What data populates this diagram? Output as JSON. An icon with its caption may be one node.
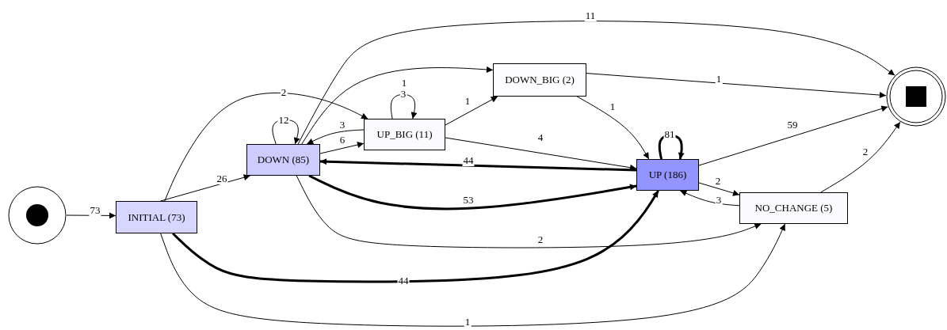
{
  "diagram": {
    "nodes": [
      {
        "text": [],
        "shape": "circle"
      },
      {
        "text": [
          "INITIAL (73)"
        ]
      },
      {
        "text": [
          "DOWN (85)"
        ]
      },
      {
        "text": [
          "UP_BIG (11)"
        ]
      },
      {
        "text": [
          "DOWN_BIG (2)"
        ]
      },
      {
        "text": [
          "UP (186)"
        ]
      },
      {
        "text": [
          "NO_CHANGE (5)"
        ]
      },
      {
        "text": [],
        "shape": "circle"
      }
    ],
    "edges": [
      {
        "from": 0,
        "to": 1,
        "arrow": "to",
        "label": "73"
      },
      {
        "from": 1,
        "to": 2,
        "arrow": "to",
        "label": "26"
      },
      {
        "from": 1,
        "to": 3,
        "arrow": "to",
        "label": "2"
      },
      {
        "from": 1,
        "to": 5,
        "arrow": "to",
        "label": "44",
        "style": "thick"
      },
      {
        "from": 1,
        "to": 6,
        "arrow": "to",
        "label": "1"
      },
      {
        "from": 2,
        "to": 2,
        "arrow": "to",
        "label": "12"
      },
      {
        "from": 2,
        "to": 3,
        "arrow": "to",
        "label": "6"
      },
      {
        "from": 3,
        "to": 2,
        "arrow": "to",
        "label": "3"
      },
      {
        "from": 2,
        "to": 4,
        "arrow": "to",
        "label": "1"
      },
      {
        "from": 2,
        "to": 7,
        "arrow": "to",
        "label": "11"
      },
      {
        "from": 2,
        "to": 5,
        "arrow": "to",
        "label": "53",
        "style": "thick"
      },
      {
        "from": 2,
        "to": 6,
        "arrow": "to",
        "label": "2"
      },
      {
        "from": 3,
        "to": 3,
        "arrow": "to",
        "label": "3"
      },
      {
        "from": 3,
        "to": 4,
        "arrow": "to",
        "label": "1"
      },
      {
        "from": 3,
        "to": 5,
        "arrow": "to",
        "label": "4"
      },
      {
        "from": 4,
        "to": 5,
        "arrow": "to",
        "label": "1"
      },
      {
        "from": 4,
        "to": 7,
        "arrow": "to",
        "label": "1"
      },
      {
        "from": 5,
        "to": 2,
        "arrow": "to",
        "label": "44",
        "style": "thick"
      },
      {
        "from": 5,
        "to": 5,
        "arrow": "to",
        "label": "81",
        "style": "thick"
      },
      {
        "from": 5,
        "to": 6,
        "arrow": "to",
        "label": "2"
      },
      {
        "from": 6,
        "to": 5,
        "arrow": "to",
        "label": "3"
      },
      {
        "from": 5,
        "to": 7,
        "arrow": "to",
        "label": "59"
      },
      {
        "from": 6,
        "to": 7,
        "arrow": "to",
        "label": "2"
      }
    ]
  }
}
